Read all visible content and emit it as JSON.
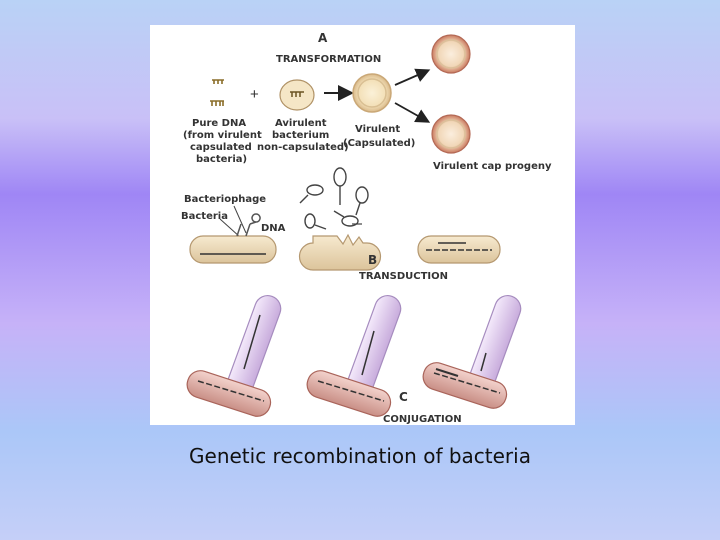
{
  "figure": {
    "section_a": {
      "letter": "A",
      "title": "TRANSFORMATION",
      "plus": "+",
      "pure_dna": [
        "Pure DNA",
        "(from virulent",
        "capsulated",
        "bacteria)"
      ],
      "avirulent": [
        "Avirulent",
        "bacterium",
        "non-capsulated)"
      ],
      "virulent": [
        "Virulent",
        "(Capsulated)"
      ],
      "progeny": "Virulent cap progeny"
    },
    "section_b": {
      "letter": "B",
      "title": "TRANSDUCTION",
      "bacteriophage": "Bacteriophage",
      "bacteria": "Bacteria",
      "dna": "DNA"
    },
    "section_c": {
      "letter": "C",
      "title": "CONJUGATION"
    }
  },
  "caption": "Genetic recombination of bacteria"
}
